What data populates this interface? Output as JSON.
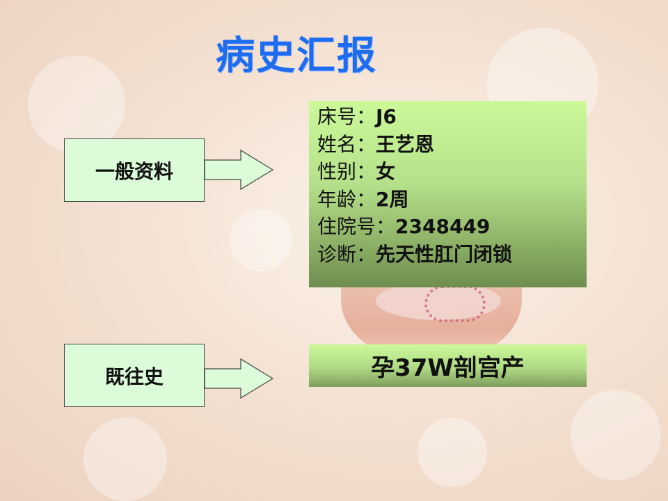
{
  "slide": {
    "title": "病史汇报",
    "general_box": {
      "label": "一般资料"
    },
    "history_box": {
      "label": "既往史"
    },
    "info": {
      "rows": [
        {
          "label": "床号：",
          "value": "J6"
        },
        {
          "label": "姓名：",
          "value": "王艺恩"
        },
        {
          "label": "性别：",
          "value": "女"
        },
        {
          "label": "年龄：",
          "value": "2周"
        },
        {
          "label": "住院号：",
          "value": "2348449"
        },
        {
          "label": "诊断：",
          "value": "先天性肛门闭锁"
        }
      ]
    },
    "history_detail": "孕37W剖宫产",
    "colors": {
      "title": "#1e6df0",
      "box_fill": "#dbfbd9",
      "info_top": "#ccf999",
      "info_bottom": "#6e8d50"
    }
  }
}
